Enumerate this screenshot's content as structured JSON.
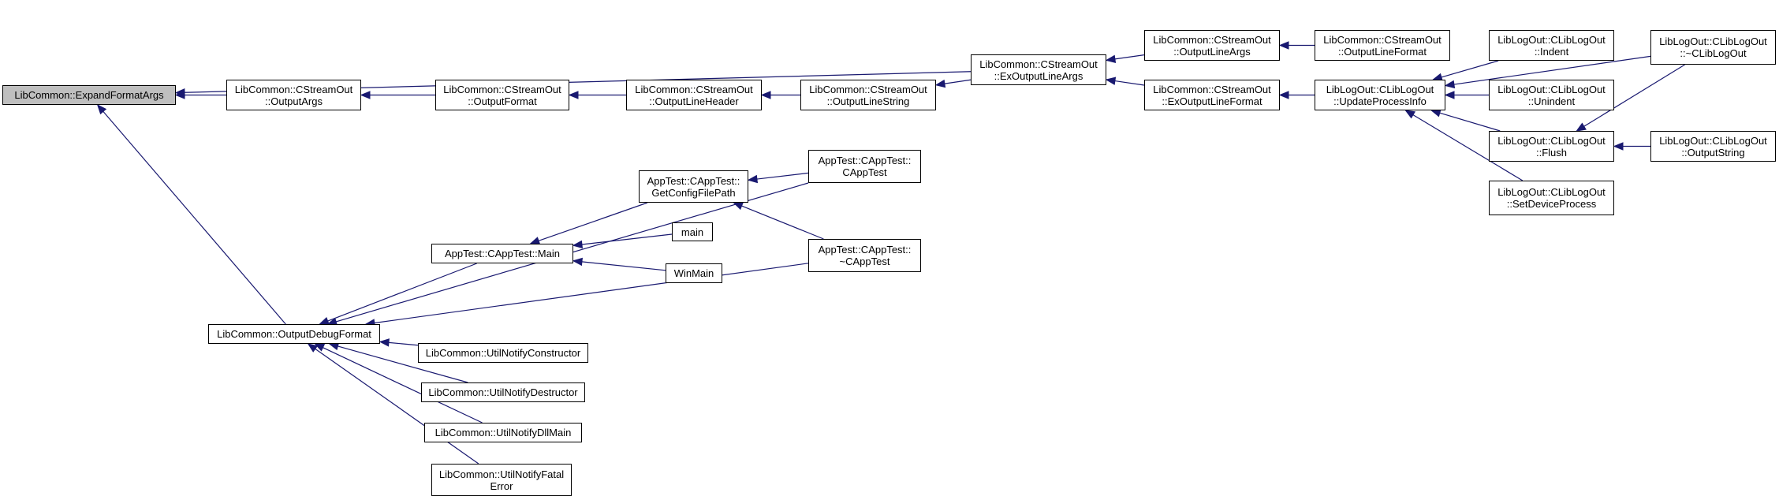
{
  "colors": {
    "edge": "#191970",
    "root_fill": "#bfbfbf",
    "node_fill": "#ffffff",
    "border": "#000000"
  },
  "nodes": {
    "expand": {
      "lines": [
        "LibCommon::ExpandFormatArgs"
      ],
      "root": true
    },
    "outputargs": {
      "lines": [
        "LibCommon::CStreamOut",
        "::OutputArgs"
      ]
    },
    "outputformat": {
      "lines": [
        "LibCommon::CStreamOut",
        "::OutputFormat"
      ]
    },
    "outputlineheader": {
      "lines": [
        "LibCommon::CStreamOut",
        "::OutputLineHeader"
      ]
    },
    "outputlinestring": {
      "lines": [
        "LibCommon::CStreamOut",
        "::OutputLineString"
      ]
    },
    "exoutputlineargs": {
      "lines": [
        "LibCommon::CStreamOut",
        "::ExOutputLineArgs"
      ]
    },
    "outputlineargs": {
      "lines": [
        "LibCommon::CStreamOut",
        "::OutputLineArgs"
      ]
    },
    "outputlineformat": {
      "lines": [
        "LibCommon::CStreamOut",
        "::OutputLineFormat"
      ]
    },
    "exoutputlineformat": {
      "lines": [
        "LibCommon::CStreamOut",
        "::ExOutputLineFormat"
      ]
    },
    "updateprocessinfo": {
      "lines": [
        "LibLogOut::CLibLogOut",
        "::UpdateProcessInfo"
      ]
    },
    "indent": {
      "lines": [
        "LibLogOut::CLibLogOut",
        "::Indent"
      ]
    },
    "unindent": {
      "lines": [
        "LibLogOut::CLibLogOut",
        "::Unindent"
      ]
    },
    "flush": {
      "lines": [
        "LibLogOut::CLibLogOut",
        "::Flush"
      ]
    },
    "setdeviceprocess": {
      "lines": [
        "LibLogOut::CLibLogOut",
        "::SetDeviceProcess"
      ]
    },
    "dtorliblog": {
      "lines": [
        "LibLogOut::CLibLogOut",
        "::~CLibLogOut"
      ]
    },
    "outputstring": {
      "lines": [
        "LibLogOut::CLibLogOut",
        "::OutputString"
      ]
    },
    "outputdebugformat": {
      "lines": [
        "LibCommon::OutputDebugFormat"
      ]
    },
    "apptestmain": {
      "lines": [
        "AppTest::CAppTest::Main"
      ]
    },
    "getconfigfilepath": {
      "lines": [
        "AppTest::CAppTest::",
        "GetConfigFilePath"
      ]
    },
    "capptest": {
      "lines": [
        "AppTest::CAppTest::",
        "CAppTest"
      ]
    },
    "dtorapptest": {
      "lines": [
        "AppTest::CAppTest::",
        "~CAppTest"
      ]
    },
    "main": {
      "lines": [
        "main"
      ]
    },
    "winmain": {
      "lines": [
        "WinMain"
      ]
    },
    "notifyctor": {
      "lines": [
        "LibCommon::UtilNotifyConstructor"
      ]
    },
    "notifydtor": {
      "lines": [
        "LibCommon::UtilNotifyDestructor"
      ]
    },
    "notifydllmain": {
      "lines": [
        "LibCommon::UtilNotifyDllMain"
      ]
    },
    "notifyfatal": {
      "lines": [
        "LibCommon::UtilNotifyFatal",
        "Error"
      ]
    }
  },
  "edges": [
    {
      "from": "outputargs",
      "to": "expand"
    },
    {
      "from": "exoutputlineargs",
      "to": "expand"
    },
    {
      "from": "outputdebugformat",
      "to": "expand"
    },
    {
      "from": "outputformat",
      "to": "outputargs"
    },
    {
      "from": "outputlineheader",
      "to": "outputformat"
    },
    {
      "from": "outputlinestring",
      "to": "outputlineheader"
    },
    {
      "from": "exoutputlineargs",
      "to": "outputlinestring"
    },
    {
      "from": "outputlineargs",
      "to": "exoutputlineargs"
    },
    {
      "from": "exoutputlineformat",
      "to": "exoutputlineargs"
    },
    {
      "from": "outputlineformat",
      "to": "outputlineargs"
    },
    {
      "from": "updateprocessinfo",
      "to": "exoutputlineformat"
    },
    {
      "from": "indent",
      "to": "updateprocessinfo"
    },
    {
      "from": "unindent",
      "to": "updateprocessinfo"
    },
    {
      "from": "flush",
      "to": "updateprocessinfo"
    },
    {
      "from": "setdeviceprocess",
      "to": "updateprocessinfo"
    },
    {
      "from": "dtorliblog",
      "to": "updateprocessinfo"
    },
    {
      "from": "outputstring",
      "to": "flush"
    },
    {
      "from": "dtorliblog",
      "to": "flush"
    },
    {
      "from": "apptestmain",
      "to": "outputdebugformat"
    },
    {
      "from": "capptest",
      "to": "outputdebugformat"
    },
    {
      "from": "dtorapptest",
      "to": "outputdebugformat"
    },
    {
      "from": "notifyctor",
      "to": "outputdebugformat"
    },
    {
      "from": "notifydtor",
      "to": "outputdebugformat"
    },
    {
      "from": "notifydllmain",
      "to": "outputdebugformat"
    },
    {
      "from": "notifyfatal",
      "to": "outputdebugformat"
    },
    {
      "from": "getconfigfilepath",
      "to": "apptestmain"
    },
    {
      "from": "main",
      "to": "apptestmain"
    },
    {
      "from": "winmain",
      "to": "apptestmain"
    },
    {
      "from": "capptest",
      "to": "getconfigfilepath"
    },
    {
      "from": "dtorapptest",
      "to": "getconfigfilepath"
    }
  ]
}
